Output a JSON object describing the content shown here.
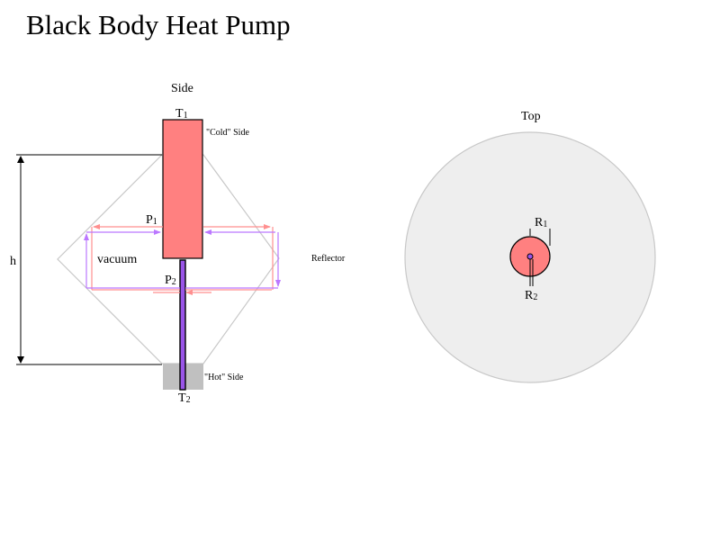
{
  "title": "Black Body Heat Pump",
  "side_view": {
    "heading": "Side",
    "t1": {
      "base": "T",
      "sub": "1"
    },
    "t2": {
      "base": "T",
      "sub": "2"
    },
    "p1": {
      "base": "P",
      "sub": "1"
    },
    "p2": {
      "base": "P",
      "sub": "2"
    },
    "cold_side": "\"Cold\" Side",
    "hot_side": "\"Hot\" Side",
    "vacuum": "vacuum",
    "reflector": "Reflector",
    "height": "h"
  },
  "top_view": {
    "heading": "Top",
    "r1": {
      "base": "R",
      "sub": "1"
    },
    "r2": {
      "base": "R",
      "sub": "2"
    }
  },
  "colors": {
    "cold_block": "#ff8080",
    "hot_block": "#c0c0c0",
    "rod": "#9a55e8",
    "reflector_line": "#c8c8c8",
    "top_disc": "#eeeeee",
    "pink_arrow": "#ff8f8f",
    "purple_arrow": "#bb77ff"
  }
}
